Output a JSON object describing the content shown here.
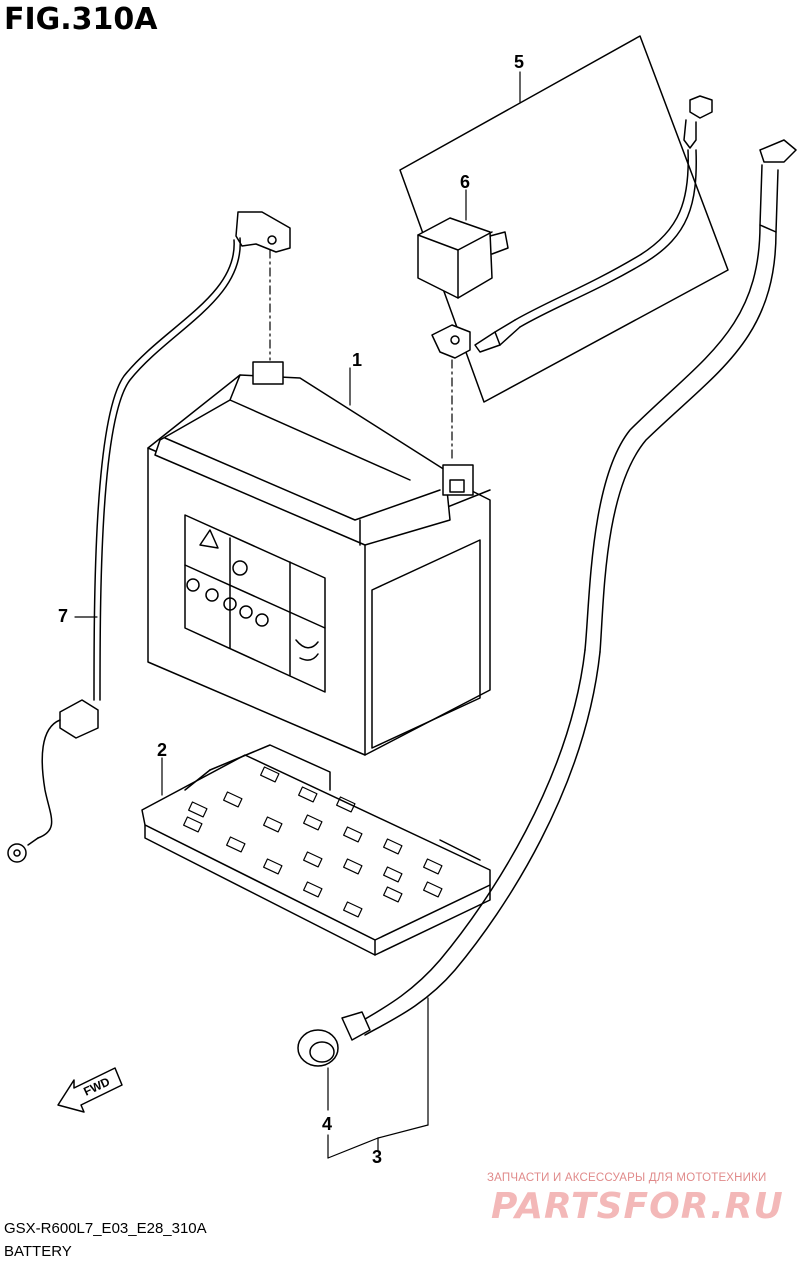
{
  "figure": {
    "title": "FIG.310A",
    "model_code": "GSX-R600L7_E03_E28_310A",
    "section_name": "BATTERY"
  },
  "callouts": [
    "1",
    "2",
    "3",
    "4",
    "5",
    "6",
    "7"
  ],
  "direction_arrow": {
    "label": "FWD"
  },
  "watermark": {
    "tagline": "ЗАПЧАСТИ И АКСЕССУАРЫ ДЛЯ МОТОТЕХНИКИ",
    "brand": "PARTSFOR.RU"
  }
}
